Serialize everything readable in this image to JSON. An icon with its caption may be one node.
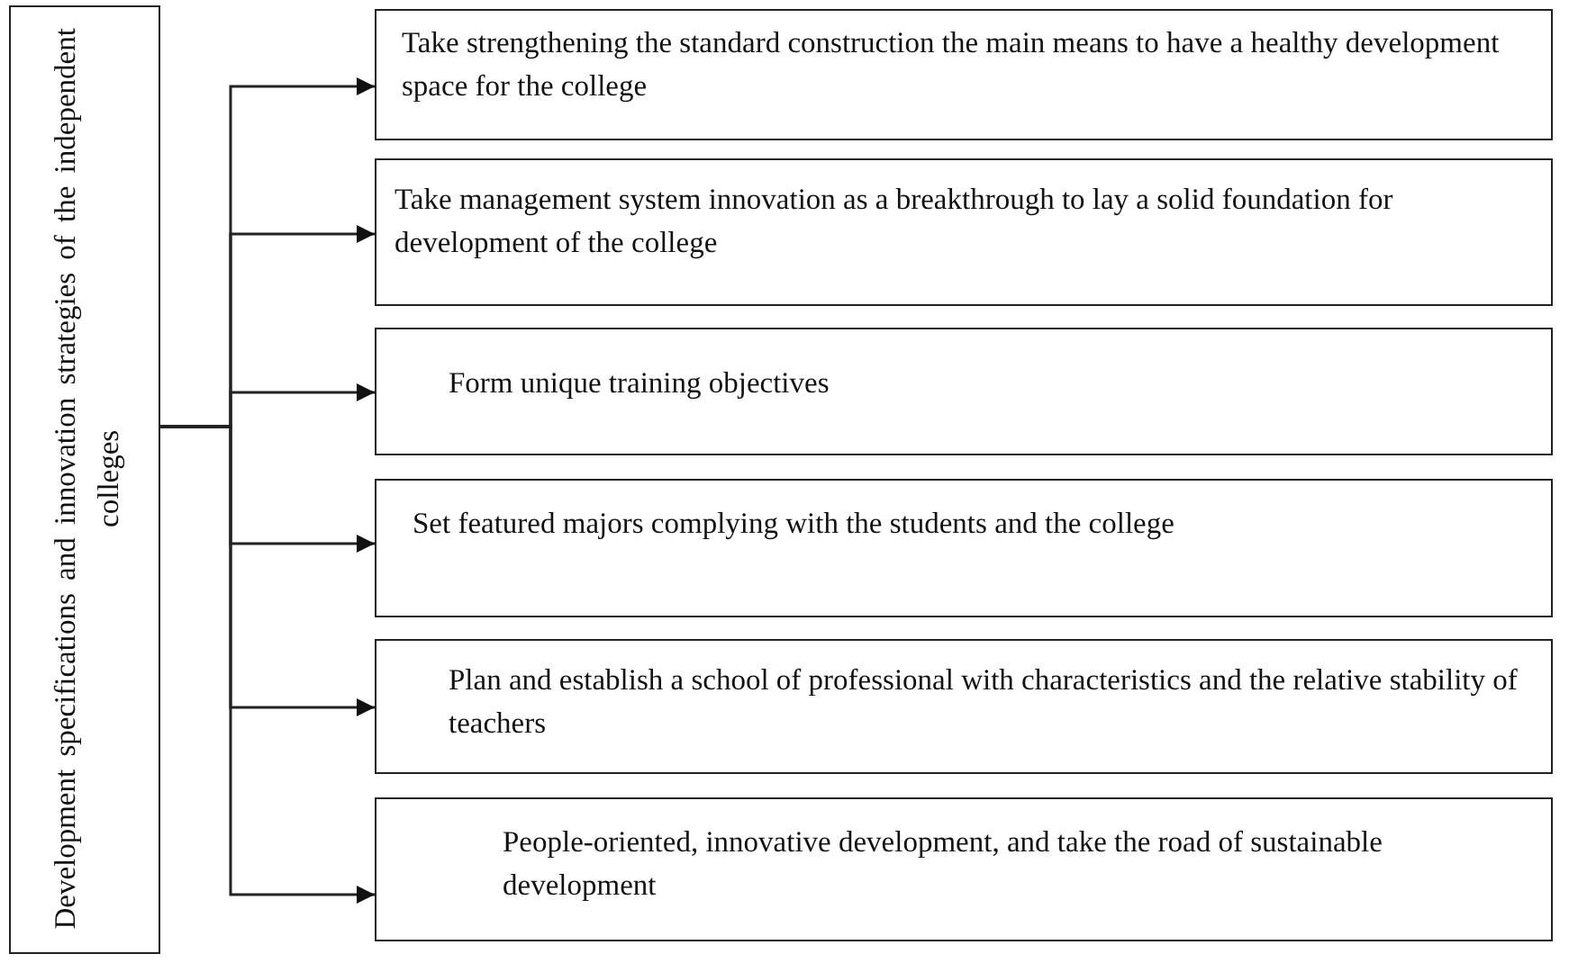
{
  "diagram": {
    "nodes": [
      {
        "text": [
          "Development specifications and innovation strategies of the independent colleges"
        ]
      },
      {
        "text": [
          "Take strengthening the standard construction the main means to have a healthy development space for the college"
        ]
      },
      {
        "text": [
          "Take management system innovation as a breakthrough to lay a solid foundation for development of the college"
        ]
      },
      {
        "text": [
          "Form unique training objectives"
        ]
      },
      {
        "text": [
          "Set featured majors complying with the students and the college"
        ]
      },
      {
        "text": [
          "Plan and establish a school of professional with characteristics and the relative stability of teachers"
        ]
      },
      {
        "text": [
          "People-oriented, innovative development, and take the road of sustainable development"
        ]
      }
    ],
    "edges": [
      {
        "from": 0,
        "to": 1,
        "arrow": "to"
      },
      {
        "from": 0,
        "to": 2,
        "arrow": "to"
      },
      {
        "from": 0,
        "to": 3,
        "arrow": "to"
      },
      {
        "from": 0,
        "to": 4,
        "arrow": "to"
      },
      {
        "from": 0,
        "to": 5,
        "arrow": "to"
      },
      {
        "from": 0,
        "to": 6,
        "arrow": "to"
      }
    ]
  }
}
